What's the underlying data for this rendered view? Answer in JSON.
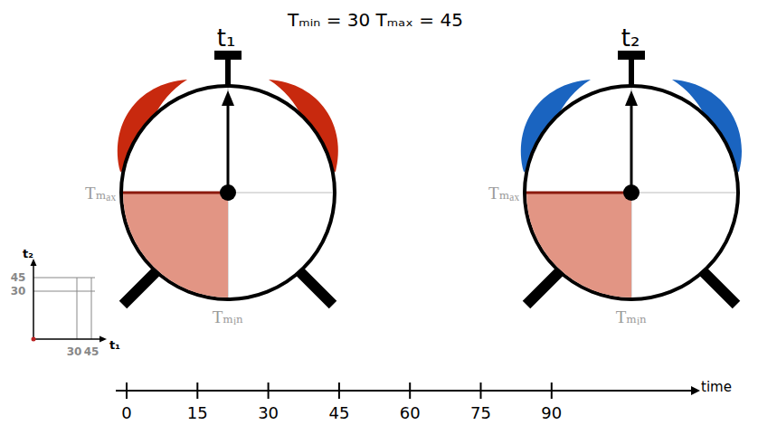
{
  "diagram": {
    "title": "Tₘᵢₙ = 30 Tₘₐₓ = 45",
    "labels": [
      "t₁",
      "t₂",
      "Tₘₐₓ",
      "Tₘᵢₙ",
      "Tₘₐₓ",
      "Tₘᵢₙ",
      "t₂",
      "45",
      "30",
      "30",
      "45",
      "t₁",
      "0",
      "15",
      "30",
      "45",
      "60",
      "75",
      "90",
      "time"
    ]
  }
}
